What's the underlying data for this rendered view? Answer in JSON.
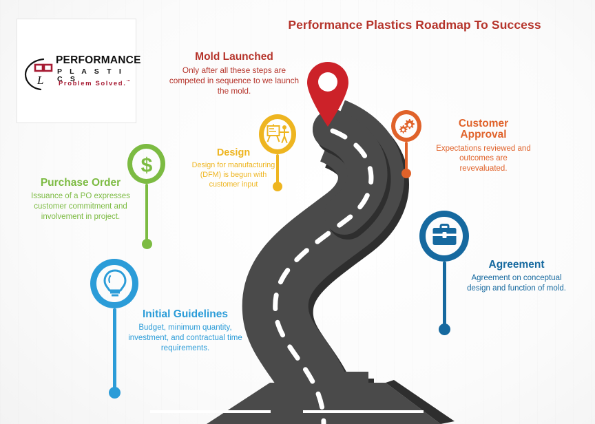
{
  "title": "Performance Plastics Roadmap To Success",
  "logo": {
    "brand": "PERFORMANCE",
    "sub": "P L A S T I C S",
    "tagline": "Problem Solved.",
    "tm": "™",
    "icon": "performance-plastics-logo"
  },
  "colors": {
    "title_red": "#b5332a",
    "green": "#7cbb42",
    "yellow": "#eeb520",
    "red": "#b5332a",
    "pin_red": "#cc2229",
    "orange": "#e0622a",
    "blue_light": "#2b9cd8",
    "blue_dark": "#16699f",
    "road": "#4a4a4a",
    "road_edge": "#2f2f2f",
    "road_dash": "#ffffff",
    "background": "#f2f2f2"
  },
  "steps": [
    {
      "id": "purchase-order",
      "heading": "Purchase Order",
      "body": "Issuance of a PO expresses customer commitment and involvement in project.",
      "icon": "dollar-sign-icon",
      "color": "#7cbb42"
    },
    {
      "id": "initial-guidelines",
      "heading": "Initial Guidelines",
      "body": "Budget, minimum quantity, investment, and contractual time requirements.",
      "icon": "lightbulb-icon",
      "color": "#2b9cd8"
    },
    {
      "id": "design",
      "heading": "Design",
      "body": "Design for manufacturing (DFM) is begun with customer input",
      "icon": "presentation-board-icon",
      "color": "#eeb520"
    },
    {
      "id": "mold-launched",
      "heading": "Mold Launched",
      "body": "Only after all these steps are competed in sequence to we launch the mold.",
      "icon": "map-pin-icon",
      "color": "#b5332a"
    },
    {
      "id": "customer-approval",
      "heading": "Customer Approval",
      "heading_line1": "Customer",
      "heading_line2": "Approval",
      "body": "Expectations reviewed and outcomes are revevaluated.",
      "icon": "gears-icon",
      "color": "#e0622a"
    },
    {
      "id": "agreement",
      "heading": "Agreement",
      "body": "Agreement on conceptual design and function of mold.",
      "icon": "briefcase-icon",
      "color": "#16699f"
    }
  ]
}
